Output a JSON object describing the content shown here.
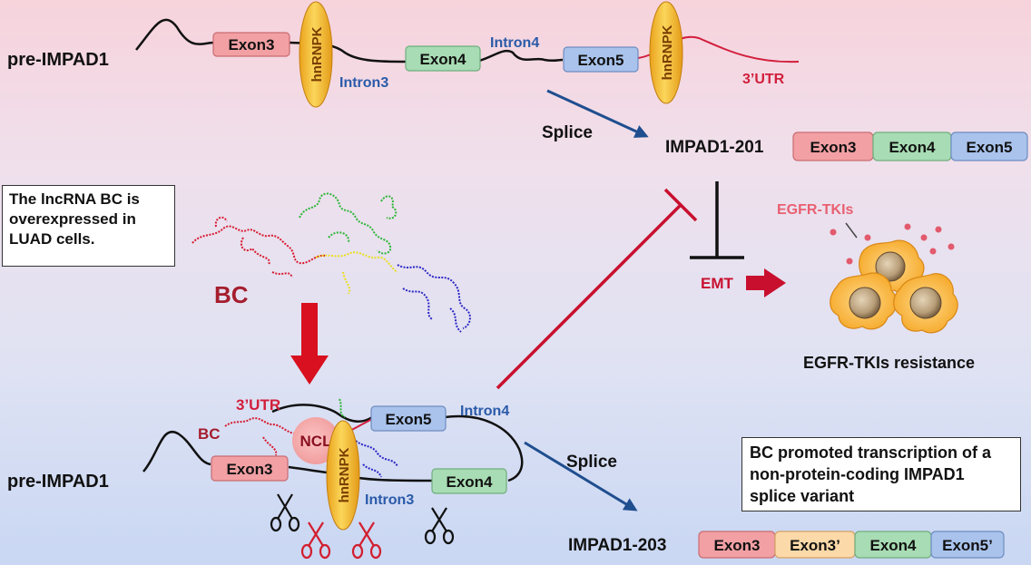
{
  "top": {
    "pre_label": "pre-IMPAD1",
    "exon3": "Exon3",
    "exon4": "Exon4",
    "exon5": "Exon5",
    "intron3": "Intron3",
    "intron4": "Intron4",
    "utr": "3’UTR",
    "hnrnpk": "hnRNPK",
    "splice": "Splice",
    "product": {
      "label": "IMPAD1-201",
      "exons": [
        "Exon3",
        "Exon4",
        "Exon5"
      ]
    }
  },
  "note_left": "The lncRNA BC is overexpressed in LUAD cells.",
  "bc_label": "BC",
  "emt": "EMT",
  "egfr_tkis": "EGFR-TKIs",
  "resistance": "EGFR-TKIs resistance",
  "bottom": {
    "pre_label": "pre-IMPAD1",
    "utr": "3’UTR",
    "bc": "BC",
    "ncl": "NCL",
    "hnrnpk": "hnRNPK",
    "exon3": "Exon3",
    "exon4": "Exon4",
    "exon5": "Exon5",
    "intron3": "Intron3",
    "intron4": "Intron4",
    "splice": "Splice",
    "product": {
      "label": "IMPAD1-203",
      "exons": [
        "Exon3",
        "Exon3’",
        "Exon4",
        "Exon5’"
      ]
    }
  },
  "note_right": "BC promoted transcription of a non-protein-coding IMPAD1 splice variant",
  "colors": {
    "exon3": "#f2a0a4",
    "exon3_prime": "#fcd9a8",
    "exon4": "#a8dcb4",
    "exon5": "#a9c3ec",
    "red_arrow": "#c8102e",
    "blue_arrow": "#1f4e8f",
    "hnrnpk": "#f7c23a"
  }
}
